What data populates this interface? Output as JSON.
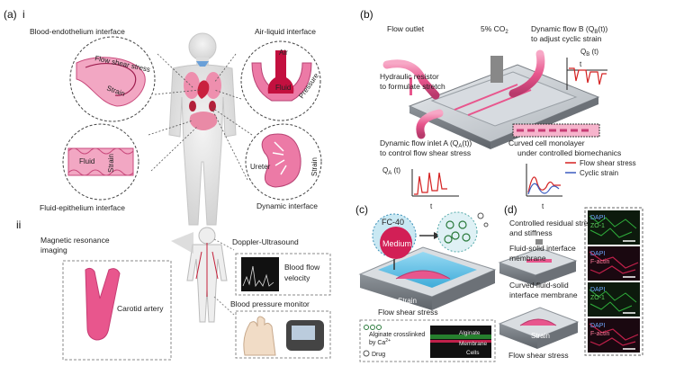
{
  "panel_a": {
    "label": "(a)",
    "sub_i": "i",
    "blood_endothelium": "Blood-endothelium interface",
    "air_liquid": "Air-liquid interface",
    "fluid_epithelium": "Fluid-epithelium interface",
    "dynamic_interface": "Dynamic interface",
    "flow_shear_stress": "Flow shear stress",
    "strain": "Strain",
    "air": "Air",
    "fluid": "Fluid",
    "pressure": "Pressure",
    "fluid2": "Fluid",
    "strain2": "Strain",
    "ureter": "Ureter",
    "strain3": "Strain",
    "sub_ii": "ii",
    "mri": "Magnetic resonance",
    "mri2": "imaging",
    "doppler": "Doppler-Ultrasound",
    "blood_flow": "Blood flow",
    "velocity": "velocity",
    "carotid": "Carotid artery",
    "bp_monitor": "Blood pressure monitor"
  },
  "panel_b": {
    "label": "(b)",
    "flow_outlet": "Flow outlet",
    "co2": "5% CO",
    "co2_sub": "2",
    "dyn_flow_b": "Dynamic flow  B (Q",
    "dyn_flow_b_sub": "B",
    "dyn_flow_b_end": "(t))",
    "adjust": "to adjust cyclic strain",
    "qb": "Q",
    "qb_sub": "B",
    "qb_end": " (t)",
    "t1": "t",
    "hydraulic": "Hydraulic resistor",
    "hydraulic2": "to formulate stretch",
    "dyn_flow_a": "Dynamic flow inlet A (Q",
    "dyn_flow_a_sub": "A",
    "dyn_flow_a_end": "(t))",
    "control_shear": "to control flow shear stress",
    "qa": "Q",
    "qa_sub": "A",
    "qa_end": " (t)",
    "t2": "t",
    "curved": "Curved cell monolayer",
    "curved2": "under controlled biomechanics",
    "legend_shear": "Flow shear stress",
    "legend_strain": "Cyclic strain",
    "t3": "t"
  },
  "panel_c": {
    "label": "(c)",
    "fc40": "FC-40",
    "medium": "Medium",
    "strain": "Strain",
    "flow_shear": "Flow shear stress",
    "alginate_cross": "Alginate crosslinked",
    "by_ca": "by Ca",
    "ca_sup": "2+",
    "drug": "Drug",
    "alginate": "Alginate",
    "membrane": "Membrane",
    "cells": "Cells"
  },
  "panel_d": {
    "label": "(d)",
    "residual": "Controlled residual stress",
    "stiffness": "and stiffness",
    "fluid_solid": "Fluid-solid interface",
    "membrane": "membrane",
    "curved": "Curved fluid-solid",
    "interface": "interface membrane",
    "strain": "Strain",
    "flow_shear": "Flow shear stress",
    "dapi1": "DAPI",
    "zo1_1": "ZO-1",
    "dapi2": "DAPI",
    "factin1": "F-actin",
    "dapi3": "DAPI",
    "zo1_2": "ZO-1",
    "dapi4": "DAPI",
    "factin2": "F-actin"
  },
  "colors": {
    "pink": "#e8568d",
    "pink_light": "#f4a9c4",
    "dark_red": "#b0103a",
    "plot_red": "#d42020",
    "plot_blue": "#3a5bbf",
    "green_stain": "#2fae3b",
    "red_stain": "#c0204a"
  },
  "icons": [
    "human-body-icon",
    "lung-icon",
    "kidney-icon",
    "heart-icon",
    "chip-icon",
    "hand-icon",
    "ultrasound-monitor-icon"
  ]
}
